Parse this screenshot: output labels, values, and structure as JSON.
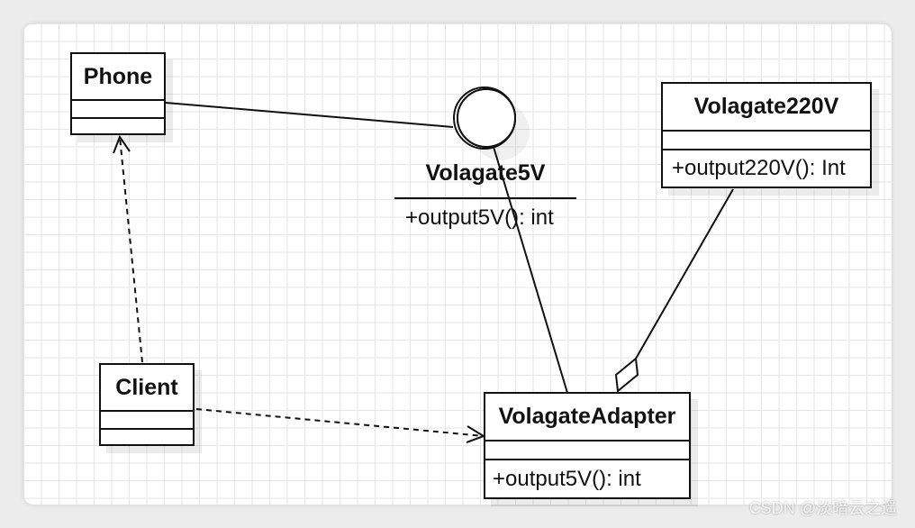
{
  "diagram": {
    "classes": {
      "phone": {
        "name": "Phone"
      },
      "client": {
        "name": "Client"
      },
      "volagate220v": {
        "name": "Volagate220V",
        "operation": "+output220V(): Int"
      },
      "adapter": {
        "name": "VolagateAdapter",
        "operation": "+output5V(): int"
      }
    },
    "interface": {
      "name": "Volagate5V",
      "operation": "+output5V(): int"
    }
  },
  "watermark": "CSDN @淡暗云之遥",
  "colors": {
    "line": "#111111",
    "grid": "#e6e6e6",
    "background": "#ffffff"
  }
}
